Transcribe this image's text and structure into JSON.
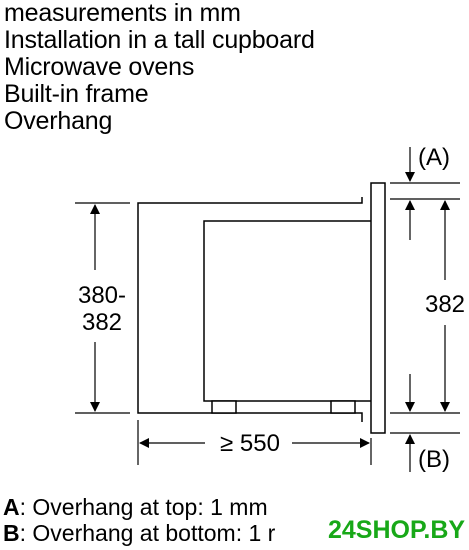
{
  "header": {
    "lines": [
      "measurements in mm",
      "Installation in a tall cupboard",
      "Microwave ovens",
      "Built-in frame",
      "Overhang"
    ]
  },
  "diagram": {
    "left_height_line1": "380-",
    "left_height_line2": "382",
    "right_height": "382",
    "depth": "≥ 550",
    "label_a": "(A)",
    "label_b": "(B)"
  },
  "legend": {
    "a_key": "A",
    "a_text": ": Overhang at top: 1 mm",
    "b_key": "B",
    "b_text": ": Overhang at bottom: 1 r"
  },
  "watermark": "24SHOP.BY",
  "colors": {
    "line": "#000000",
    "watermark": "#18a818"
  }
}
